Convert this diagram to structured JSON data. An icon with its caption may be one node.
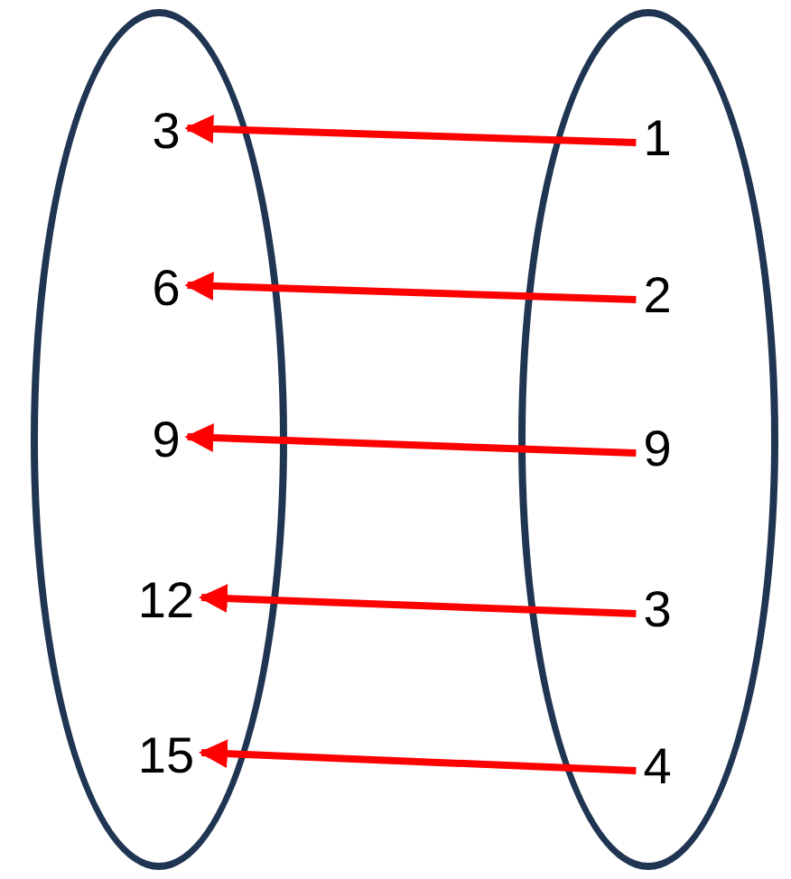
{
  "diagram": {
    "nodes": [
      {
        "text": [],
        "shape": "ellipse"
      },
      {
        "text": [],
        "shape": "ellipse"
      },
      {
        "text": [
          "3"
        ],
        "in": 0
      },
      {
        "text": [
          "6"
        ],
        "in": 0
      },
      {
        "text": [
          "9"
        ],
        "in": 0
      },
      {
        "text": [
          "12"
        ],
        "in": 0
      },
      {
        "text": [
          "15"
        ],
        "in": 0
      },
      {
        "text": [
          "1"
        ],
        "in": 1
      },
      {
        "text": [
          "2"
        ],
        "in": 1
      },
      {
        "text": [
          "9"
        ],
        "in": 1
      },
      {
        "text": [
          "3"
        ],
        "in": 1
      },
      {
        "text": [
          "4"
        ],
        "in": 1
      }
    ],
    "edges": [
      {
        "from": 7,
        "to": 2,
        "arrow": "to"
      },
      {
        "from": 8,
        "to": 3,
        "arrow": "to"
      },
      {
        "from": 9,
        "to": 4,
        "arrow": "to"
      },
      {
        "from": 10,
        "to": 5,
        "arrow": "to"
      },
      {
        "from": 11,
        "to": 6,
        "arrow": "to"
      }
    ]
  }
}
